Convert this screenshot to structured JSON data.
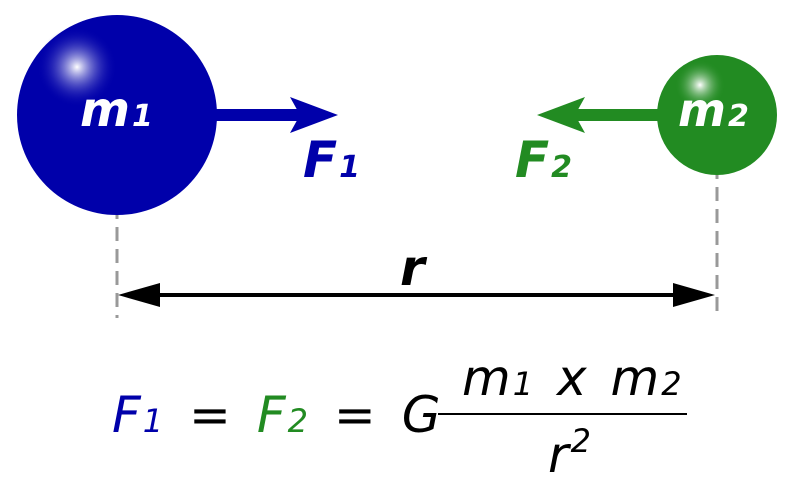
{
  "colors": {
    "mass1": "#0000aa",
    "mass2": "#228b22",
    "distance": "#000000",
    "guide": "#999999"
  },
  "mass1": {
    "symbol": "m",
    "subscript": "1"
  },
  "mass2": {
    "symbol": "m",
    "subscript": "2"
  },
  "force1": {
    "symbol": "F",
    "subscript": "1"
  },
  "force2": {
    "symbol": "F",
    "subscript": "2"
  },
  "distance": {
    "symbol": "r"
  },
  "equation": {
    "f1": "F",
    "f1_sub": "1",
    "eq1": "=",
    "f2": "F",
    "f2_sub": "2",
    "eq2": "=",
    "G": "G",
    "num_m1": "m",
    "num_m1_sub": "1",
    "times": "x",
    "num_m2": "m",
    "num_m2_sub": "2",
    "den_r": "r",
    "den_exp": "2"
  }
}
